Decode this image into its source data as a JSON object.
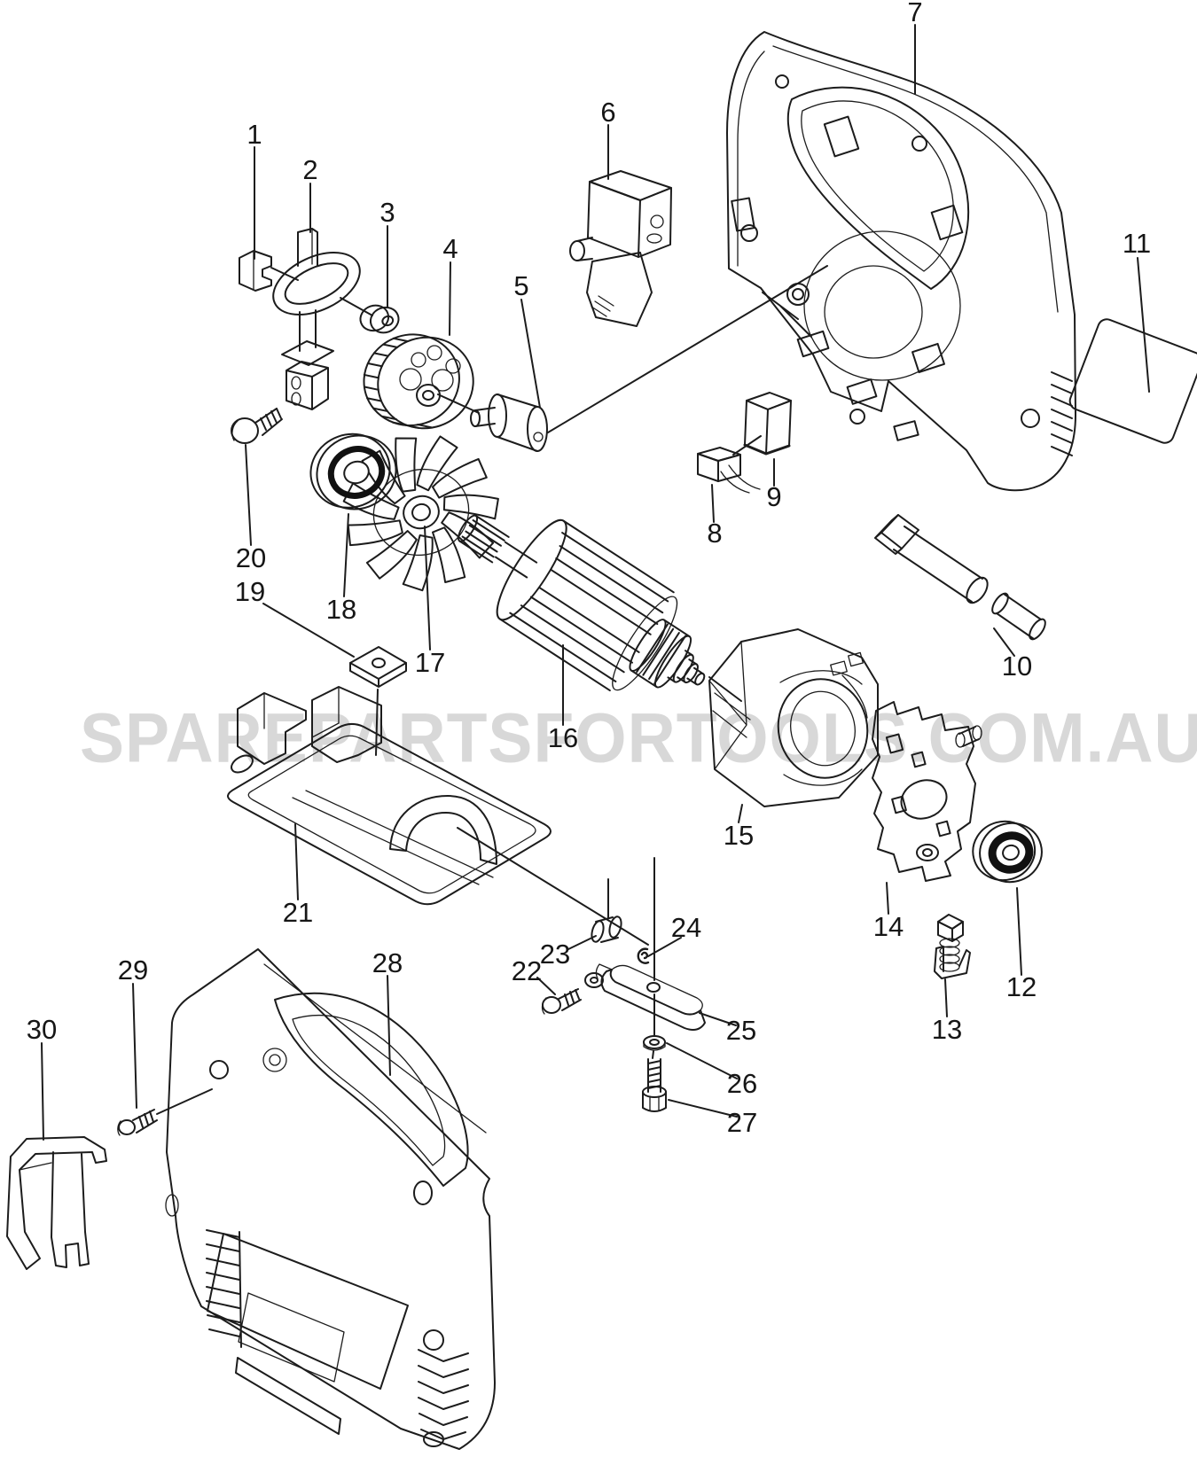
{
  "page": {
    "background": "#ffffff"
  },
  "diagram": {
    "type": "exploded-parts-diagram",
    "line_color": "#1c1c1c",
    "label_color": "#161616",
    "part_count": 30
  },
  "watermark": {
    "text": "SPAREPARTSFORTOOLS.COM.AU",
    "color": "#d8d8d8"
  },
  "parts": [
    {
      "number": "1"
    },
    {
      "number": "2"
    },
    {
      "number": "3"
    },
    {
      "number": "4"
    },
    {
      "number": "5"
    },
    {
      "number": "6"
    },
    {
      "number": "7"
    },
    {
      "number": "8"
    },
    {
      "number": "9"
    },
    {
      "number": "10"
    },
    {
      "number": "11"
    },
    {
      "number": "12"
    },
    {
      "number": "13"
    },
    {
      "number": "14"
    },
    {
      "number": "15"
    },
    {
      "number": "16"
    },
    {
      "number": "17"
    },
    {
      "number": "18"
    },
    {
      "number": "19"
    },
    {
      "number": "20"
    },
    {
      "number": "21"
    },
    {
      "number": "22"
    },
    {
      "number": "23"
    },
    {
      "number": "24"
    },
    {
      "number": "25"
    },
    {
      "number": "26"
    },
    {
      "number": "27"
    },
    {
      "number": "28"
    },
    {
      "number": "29"
    },
    {
      "number": "30"
    }
  ]
}
